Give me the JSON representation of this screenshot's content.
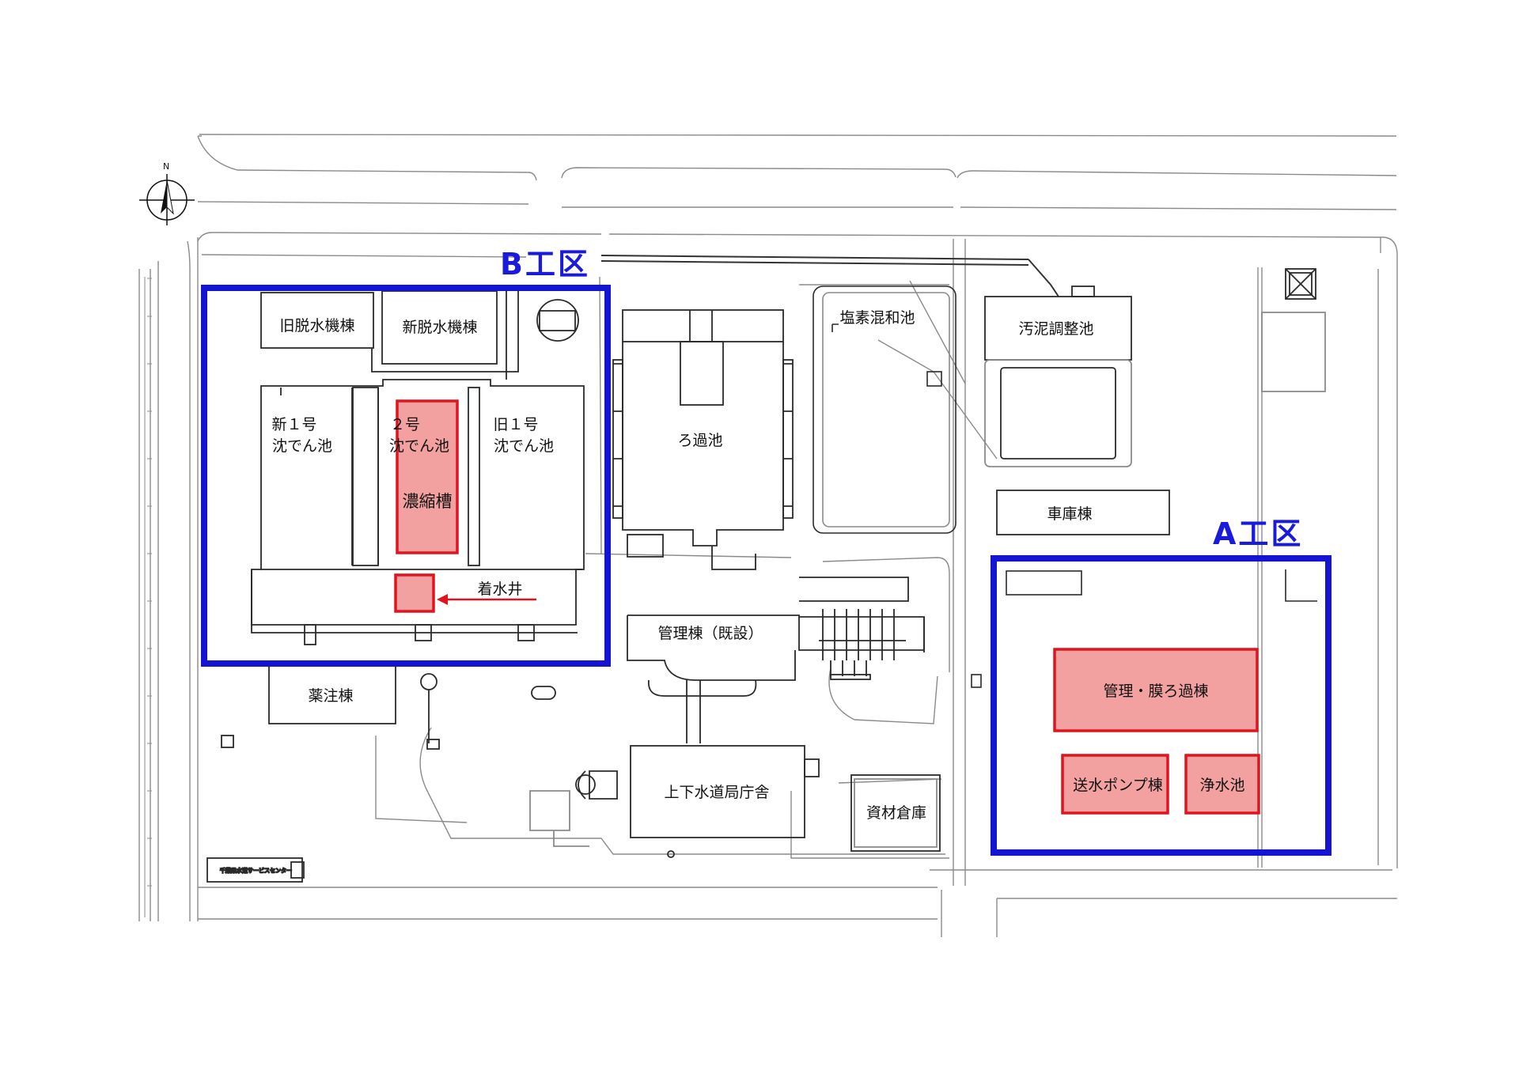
{
  "zones": {
    "b_zone": "B工区",
    "a_zone": "A工区"
  },
  "compass": {
    "north": "N"
  },
  "facilities": {
    "old_dehydrator": "旧脱水機棟",
    "new_dehydrator": "新脱水機棟",
    "new_no1_basin_line1": "新１号",
    "new_no1_basin_line2": "沈でん池",
    "no2_basin_line1": "２号",
    "no2_basin_line2": "沈でん池",
    "old_no1_basin_line1": "旧１号",
    "old_no1_basin_line2": "沈でん池",
    "thickener": "濃縮槽",
    "receiving_well": "着水井",
    "filter_basin": "ろ過池",
    "chlorine_mixing": "塩素混和池",
    "sludge_adjust": "汚泥調整池",
    "garage": "車庫棟",
    "admin_existing": "管理棟（既設）",
    "chemical_injection": "薬注棟",
    "water_bureau": "上下水道局庁舎",
    "materials_storage": "資材倉庫",
    "admin_membrane": "管理・膜ろ過棟",
    "pump_building": "送水ポンプ棟",
    "clear_water": "浄水池"
  },
  "colors": {
    "zone_outline": "#1414d2",
    "new_fill": "#f2a0a0",
    "new_outline": "#e0141e",
    "arrow": "#e0141e",
    "linework": "#2a2a2a",
    "faint_linework": "#8a8a8a"
  },
  "legend_icons": [
    "north-arrow-icon",
    "utility-marker-icon"
  ]
}
